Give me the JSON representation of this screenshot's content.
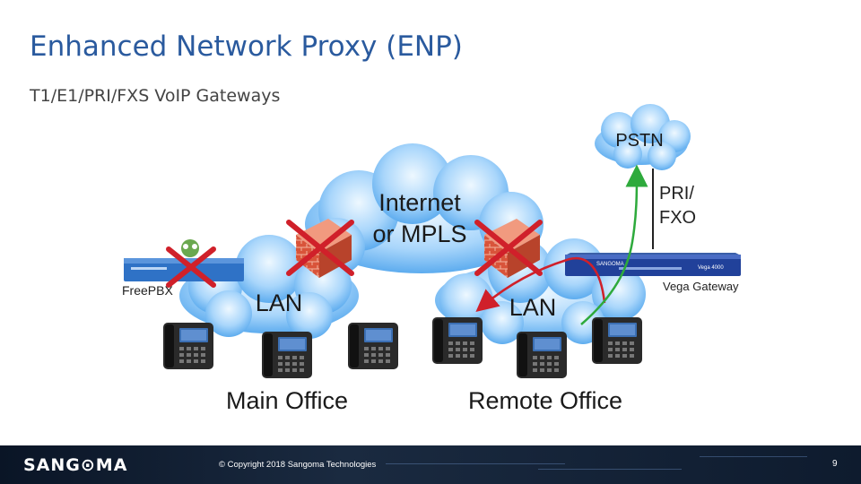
{
  "slide": {
    "title": "Enhanced Network Proxy (ENP)",
    "subtitle": "T1/E1/PRI/FXS VoIP Gateways"
  },
  "diagram": {
    "pstn": "PSTN",
    "internet_line1": "Internet",
    "internet_line2": "or MPLS",
    "pri_line1": "PRI/",
    "pri_line2": "FXO",
    "lan_main": "LAN",
    "lan_remote": "LAN",
    "freepbx_label": "FreePBX",
    "gateway_label": "Vega Gateway",
    "gateway_brand": "SANGOMA",
    "gateway_model": "Vega 4000",
    "main_office": "Main Office",
    "remote_office": "Remote Office",
    "colors": {
      "cloud": "#6cb4f2",
      "arrow_red": "#d0202a",
      "arrow_green": "#2eaa3c",
      "firewall": "#d9543a"
    }
  },
  "footer": {
    "logo_text": "SANG⊙MA",
    "copyright": "© Copyright 2018 Sangoma Technologies",
    "page_number": "9"
  }
}
